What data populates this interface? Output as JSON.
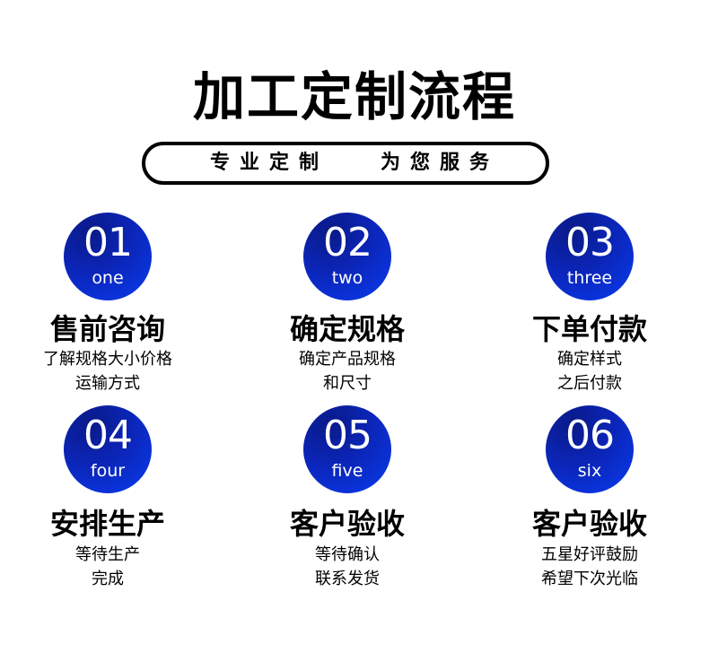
{
  "header": {
    "title": "加工定制流程",
    "subtitle_left": "专业定制",
    "subtitle_right": "为您服务"
  },
  "colors": {
    "circle_dark": "#0a1a88",
    "circle_mid": "#0b25b8",
    "circle_light": "#0a3cf0",
    "text": "#000000",
    "background": "#ffffff"
  },
  "steps": [
    {
      "number": "01",
      "word": "one",
      "title": "售前咨询",
      "desc": [
        "了解规格大小价格",
        "运输方式"
      ]
    },
    {
      "number": "02",
      "word": "two",
      "title": "确定规格",
      "desc": [
        "确定产品规格",
        "和尺寸"
      ]
    },
    {
      "number": "03",
      "word": "three",
      "title": "下单付款",
      "desc": [
        "确定样式",
        "之后付款"
      ]
    },
    {
      "number": "04",
      "word": "four",
      "title": "安排生产",
      "desc": [
        "等待生产",
        "完成"
      ]
    },
    {
      "number": "05",
      "word": "five",
      "title": "客户验收",
      "desc": [
        "等待确认",
        "联系发货"
      ]
    },
    {
      "number": "06",
      "word": "six",
      "title": "客户验收",
      "desc": [
        "五星好评鼓励",
        "希望下次光临"
      ]
    }
  ]
}
